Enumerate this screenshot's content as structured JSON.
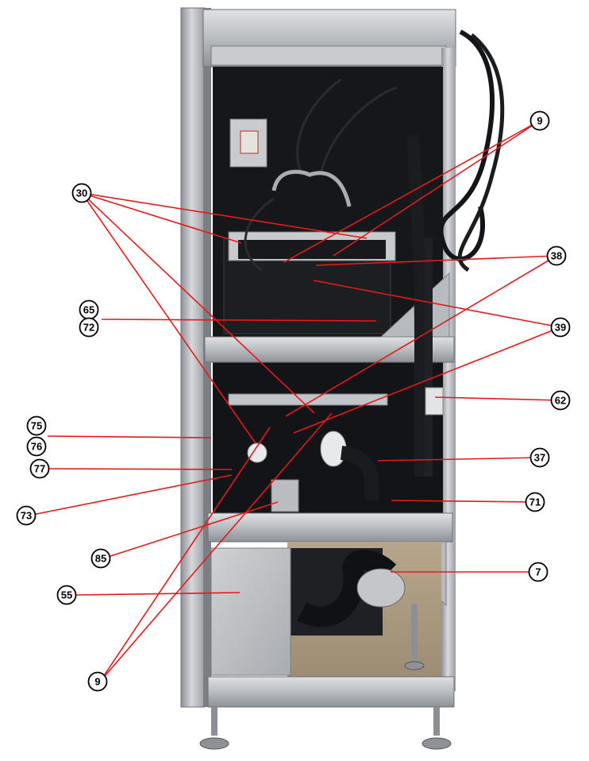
{
  "figure": {
    "subject": "machine-rear-view-photo",
    "leader_color": "#e41a1a",
    "callout_fill": "#ffffff",
    "callout_stroke": "#000000"
  },
  "callouts": [
    {
      "id": "c9a",
      "label": "9"
    },
    {
      "id": "c30",
      "label": "30"
    },
    {
      "id": "c38",
      "label": "38"
    },
    {
      "id": "c65",
      "label": "65"
    },
    {
      "id": "c72",
      "label": "72"
    },
    {
      "id": "c39",
      "label": "39"
    },
    {
      "id": "c62",
      "label": "62"
    },
    {
      "id": "c75",
      "label": "75"
    },
    {
      "id": "c76",
      "label": "76"
    },
    {
      "id": "c37",
      "label": "37"
    },
    {
      "id": "c77",
      "label": "77"
    },
    {
      "id": "c71",
      "label": "71"
    },
    {
      "id": "c73",
      "label": "73"
    },
    {
      "id": "c85",
      "label": "85"
    },
    {
      "id": "c7",
      "label": "7"
    },
    {
      "id": "c55",
      "label": "55"
    },
    {
      "id": "c9b",
      "label": "9"
    }
  ]
}
